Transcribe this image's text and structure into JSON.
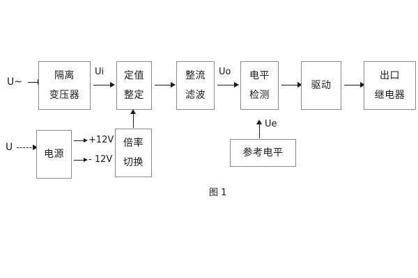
{
  "figure": {
    "caption": "图 1",
    "stroke_color": "#8a8a8a",
    "line_color": "#1a1a1a",
    "background": "#ffffff"
  },
  "blocks": [
    {
      "id": "isolation-transformer",
      "lines": [
        "隔离",
        "变压器"
      ]
    },
    {
      "id": "setting-value",
      "lines": [
        "定值",
        "整定"
      ]
    },
    {
      "id": "rectify-filter",
      "lines": [
        "整流",
        "滤波"
      ]
    },
    {
      "id": "level-detection",
      "lines": [
        "电平",
        "检测"
      ]
    },
    {
      "id": "drive",
      "lines": [
        "驱动"
      ]
    },
    {
      "id": "output-relay",
      "lines": [
        "出口",
        "继电器"
      ]
    },
    {
      "id": "power-supply",
      "lines": [
        "电源"
      ]
    },
    {
      "id": "multiplier-switch",
      "lines": [
        "倍率",
        "切换"
      ]
    },
    {
      "id": "reference-level",
      "lines": [
        "参考电平"
      ]
    }
  ],
  "signals": {
    "input_ac": "U~",
    "input_dc": "U",
    "ui": "Ui",
    "uo": "Uo",
    "ue": "Ue",
    "rail_positive": "+12V",
    "rail_negative": "- 12V"
  }
}
